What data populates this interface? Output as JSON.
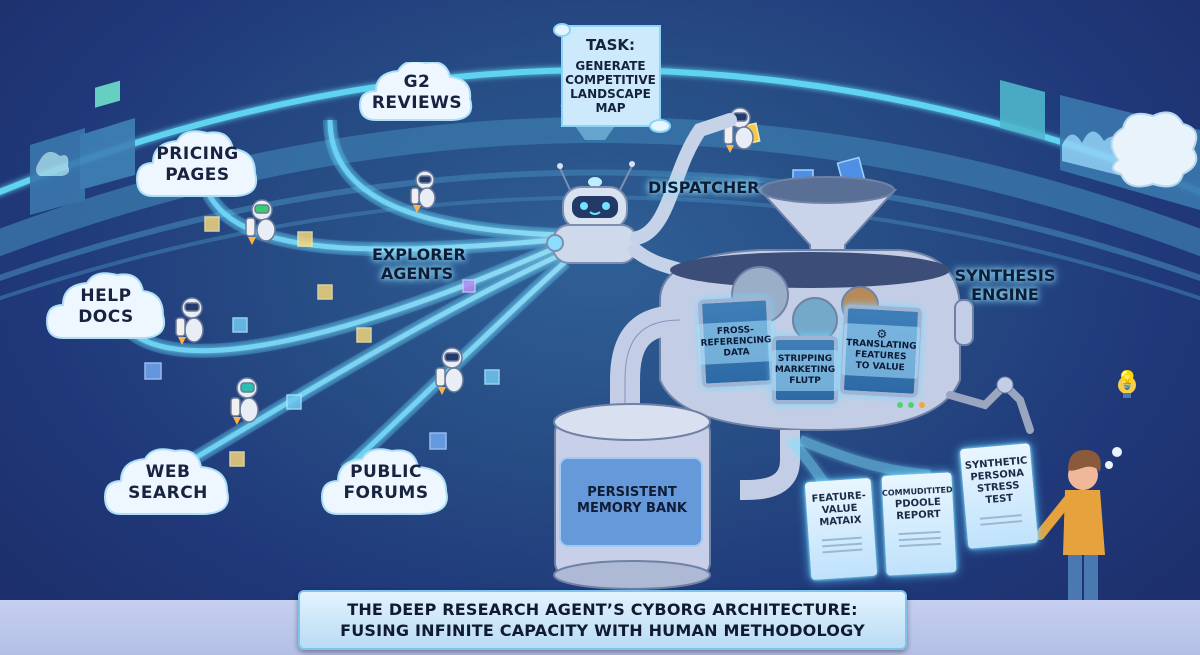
{
  "diagram": {
    "title": {
      "line1": "THE DEEP RESEARCH AGENT’S CYBORG ARCHITECTURE:",
      "line2": "FUSING INFINITE CAPACITY WITH HUMAN METHODOLOGY"
    },
    "task_scroll": {
      "heading": "TASK:",
      "line1": "GENERATE",
      "line2": "COMPETITIVE",
      "line3": "LANDSCAPE",
      "line4": "MAP"
    },
    "sources": [
      {
        "line1": "G2",
        "line2": "REVIEWS"
      },
      {
        "line1": "PRICING",
        "line2": "PAGES"
      },
      {
        "line1": "HELP",
        "line2": "DOCS"
      },
      {
        "line1": "WEB",
        "line2": "SEARCH"
      },
      {
        "line1": "PUBLIC",
        "line2": "FORUMS"
      }
    ],
    "labels": {
      "dispatcher": "DISPATCHER",
      "explorer_line1": "EXPLORER",
      "explorer_line2": "AGENTS",
      "synthesis_line1": "SYNTHESIS",
      "synthesis_line2": "ENGINE"
    },
    "engine_screens": [
      {
        "line1": "FROSS-",
        "line2": "REFERENCING",
        "line3": "DATA"
      },
      {
        "line1": "STRIPPING",
        "line2": "MARKETING",
        "line3": "FLUTP"
      },
      {
        "line1": "TRANSLATING",
        "line2": "FEATURES",
        "line3": "TO VALUE"
      }
    ],
    "memory_bank": {
      "line1": "PERSISTENT",
      "line2": "MEMORY BANK"
    },
    "outputs": [
      {
        "line1": "FEATURE-",
        "line2": "VALUE",
        "line3": "MATAIX"
      },
      {
        "line1": "COMMUDITITED",
        "line2": "PDOOLE",
        "line3": "REPORT"
      },
      {
        "line1": "SYNTHETIC",
        "line2": "PERSONA",
        "line3": "STRESS",
        "line4": "TEST"
      }
    ],
    "colors": {
      "background": "#274d85",
      "glow": "#5fd0ff",
      "cloud": "#eef6ff",
      "text": "#15223c",
      "person_shirt": "#e6a23c",
      "person_pants": "#4a78b0"
    }
  }
}
